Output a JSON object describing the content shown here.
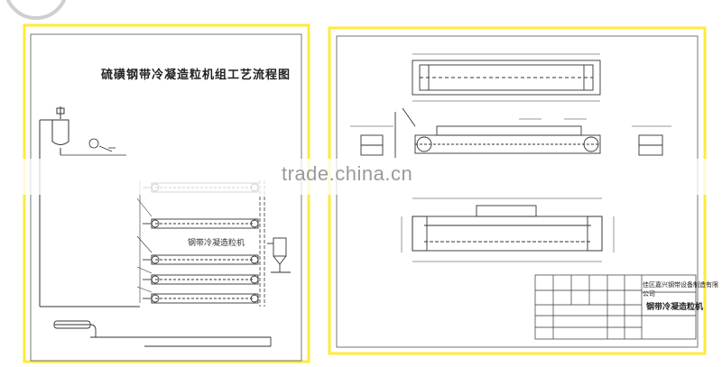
{
  "left_sheet": {
    "title": "硫磺钢带冷凝造粒机组工艺流程图",
    "unit_label": "钢带冷凝造粒机"
  },
  "right_sheet": {
    "title_block": {
      "company": "佳区嘉兴钢带设备制造有限公司",
      "drawing_name": "钢带冷凝造粒机"
    }
  },
  "watermark": {
    "text": "trade.china.cn"
  },
  "colors": {
    "sheet_border": "#ffea3b",
    "line": "#333333",
    "paper": "#ffffff"
  }
}
